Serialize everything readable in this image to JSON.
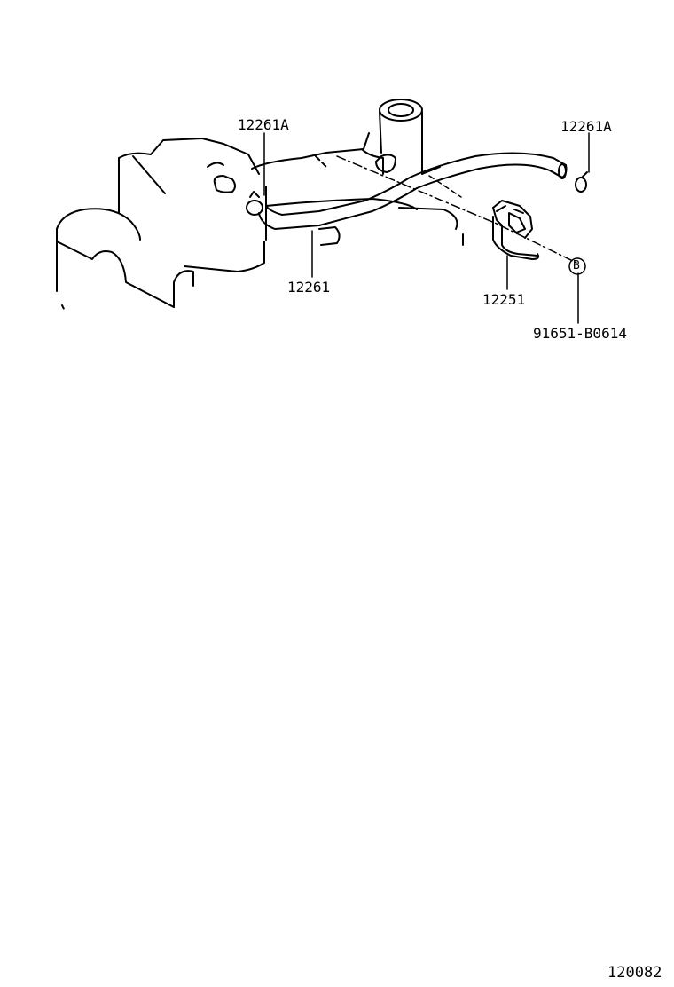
{
  "callouts": {
    "clamp_left": "12261A",
    "clamp_right": "12261A",
    "hose": "12261",
    "bracket": "12251",
    "bolt": "91651-B0614",
    "bolt_marker": "B"
  },
  "diagram_code": "120082",
  "colors": {
    "ink": "#000000",
    "paper": "#ffffff"
  }
}
